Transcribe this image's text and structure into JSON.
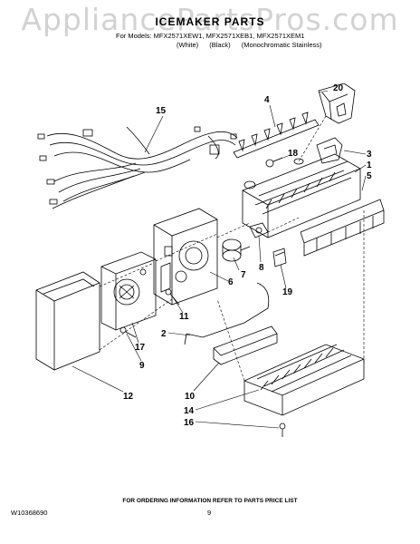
{
  "watermark": "AppliancePartsPros.com",
  "header": {
    "title": "ICEMAKER PARTS",
    "models_line": "For Models: MFX2571XEW1, MFX2571XEB1, MFX2571XEM1",
    "variants": [
      "(White)",
      "(Black)",
      "(Monochromatic Stainless)"
    ]
  },
  "callouts": [
    "20",
    "4",
    "15",
    "18",
    "3",
    "1",
    "5",
    "7",
    "8",
    "6",
    "19",
    "11",
    "2",
    "17",
    "9",
    "12",
    "10",
    "14",
    "16"
  ],
  "footer": {
    "ordering_note": "FOR ORDERING INFORMATION REFER TO PARTS PRICE LIST",
    "doc_number": "W10368690",
    "page_number": "9"
  }
}
